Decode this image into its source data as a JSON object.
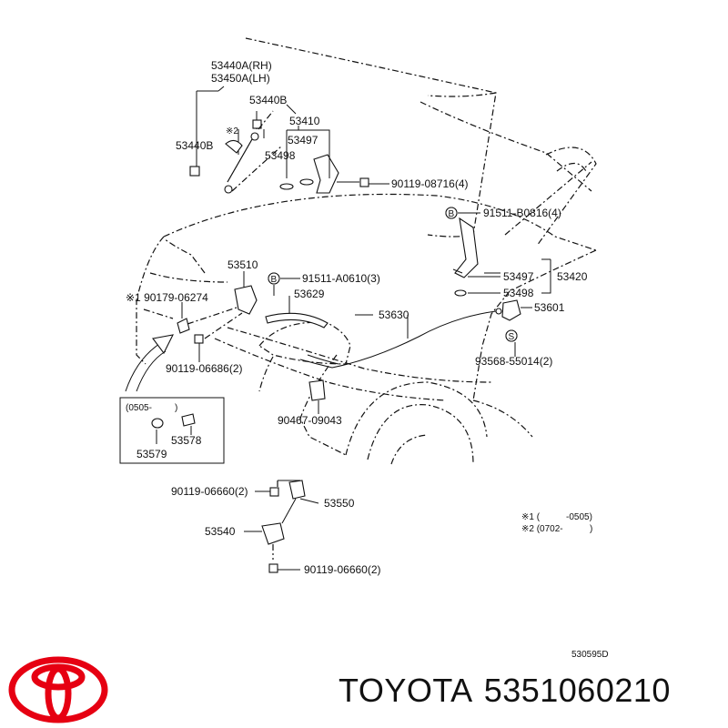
{
  "labels": {
    "p53440A_rh": "53440A(RH)",
    "p53450A_lh": "53450A(LH)",
    "p53440B_top": "53440B",
    "p53440B_left": "53440B",
    "p53410": "53410",
    "p53497_top": "53497",
    "p53498_top": "53498",
    "p90119_08716": "90119-08716(4)",
    "p91511_B0816": "91511-B0816(4)",
    "p53510": "53510",
    "p91511_A0610": "91511-A0610(3)",
    "p90179_06274": "※1 90179-06274",
    "p53629": "53629",
    "p53630": "53630",
    "p53497_right": "53497",
    "p53420": "53420",
    "p53498_right": "53498",
    "p53601": "53601",
    "p90119_06686": "90119-06686(2)",
    "p93568_55014": "93568-55014(2)",
    "p90467_09043": "90467-09043",
    "p53578": "53578",
    "p53579": "53579",
    "inset_date": "(0505-",
    "inset_close": ")",
    "p90119_06660_a": "90119-06660(2)",
    "p53550": "53550",
    "p53540": "53540",
    "p90119_06660_b": "90119-06660(2)",
    "mark2": "※2",
    "circleB": "B",
    "circleS": "S"
  },
  "notes": {
    "note1_mark": "※1 (",
    "note1_val": "-0505)",
    "note2_mark": "※2 (0702-",
    "note2_close": ")"
  },
  "diagram_code": "530595D",
  "brand": {
    "name": "TOYOTA",
    "part_number": "5351060210",
    "logo_color": "#e60012"
  },
  "icons": {
    "logo": "toyota-logo-icon"
  }
}
